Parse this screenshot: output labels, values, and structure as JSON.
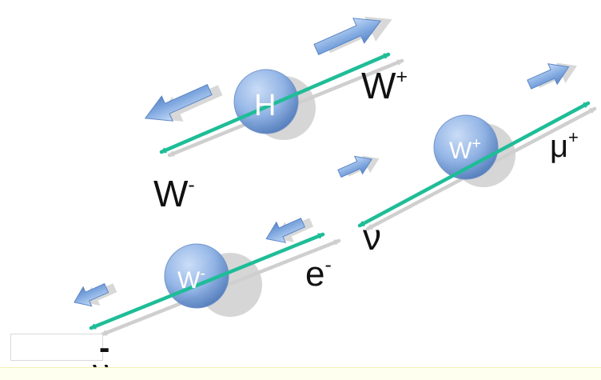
{
  "particles": {
    "higgs": "H",
    "w_plus_symbol": "W",
    "w_plus_charge": "+",
    "w_minus_symbol": "W",
    "w_minus_charge": "-"
  },
  "products": {
    "w_plus": {
      "symbol": "W",
      "charge": "+"
    },
    "w_minus": {
      "symbol": "W",
      "charge": "-"
    },
    "muon": {
      "symbol": "μ",
      "charge": "+"
    },
    "neutrino": {
      "symbol": "ν"
    },
    "electron": {
      "symbol": "e",
      "charge": "-"
    },
    "antineutrino": {
      "bar": "-",
      "symbol": "ν"
    }
  },
  "colors": {
    "decay_line": "#1ebd97",
    "particle_fill": "#8fb3e6",
    "arrow_fill": "#7fa8e0",
    "shadow": "#cfcfcf",
    "label_text": "#111111",
    "particle_text": "#ffffff"
  }
}
